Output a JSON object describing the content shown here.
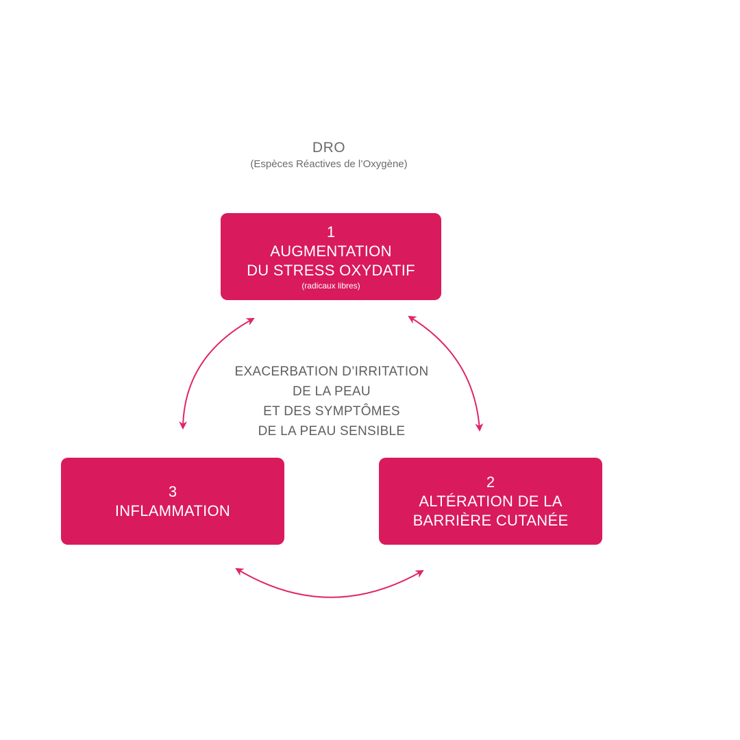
{
  "header": {
    "title": "DRO",
    "subtitle": "(Espèces Réactives de l’Oxygène)"
  },
  "boxes": {
    "box1": {
      "number": "1",
      "line1": "AUGMENTATION",
      "line2": "DU STRESS OXYDATIF",
      "note": "(radicaux libres)"
    },
    "box2": {
      "number": "2",
      "line1": "ALTÉRATION DE LA",
      "line2": "BARRIÈRE CUTANÉE"
    },
    "box3": {
      "number": "3",
      "line1": "INFLAMMATION"
    }
  },
  "center": {
    "line1": "EXACERBATION D’IRRITATION",
    "line2": "DE LA PEAU",
    "line3": "ET DES SYMPTÔMES",
    "line4": "DE LA PEAU SENSIBLE"
  },
  "colors": {
    "box_fill": "#d91a5c",
    "arrow": "#e0246a",
    "text_gray": "#5e5e5e"
  }
}
